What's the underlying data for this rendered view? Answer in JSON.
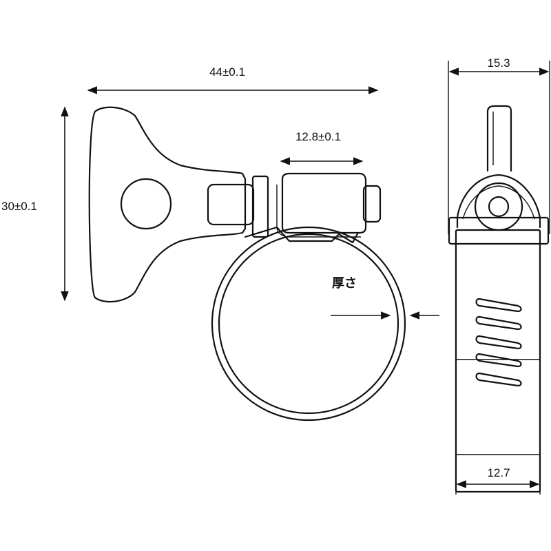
{
  "dimensions": {
    "overall_width": "44±0.1",
    "screw_housing_width": "12.8±0.1",
    "overall_height": "30±0.1",
    "side_overall_width": "15.3",
    "band_width": "12.7"
  },
  "labels": {
    "thickness": "厚さ"
  },
  "colors": {
    "line": "#111111",
    "background": "#ffffff"
  }
}
